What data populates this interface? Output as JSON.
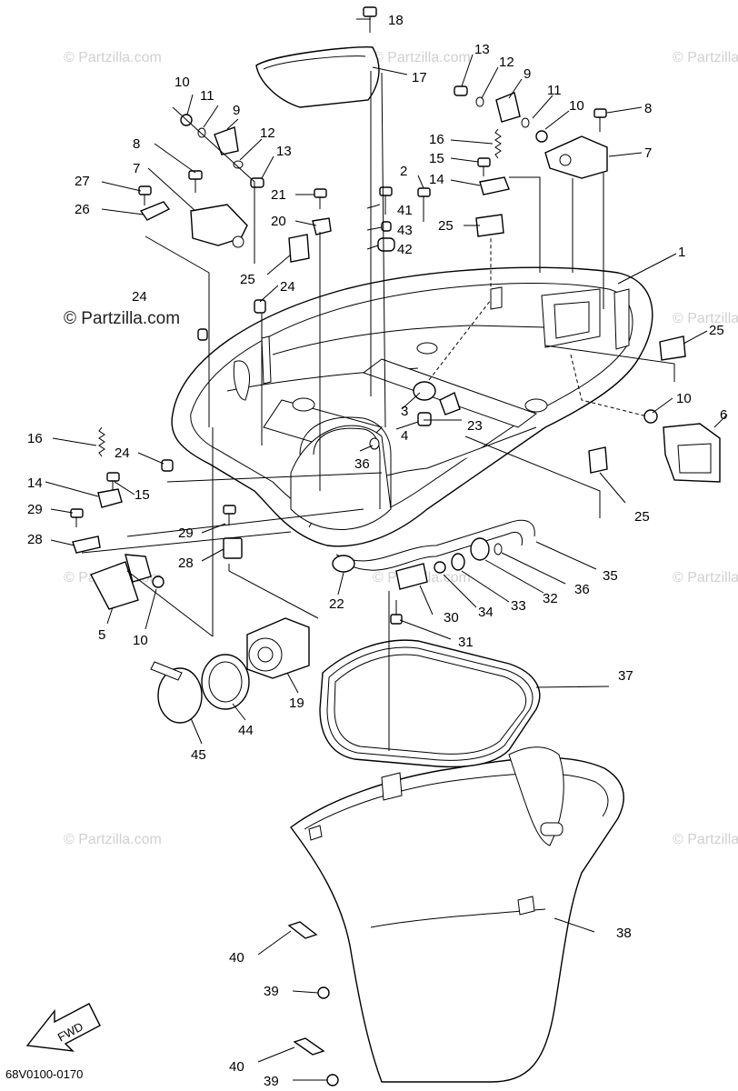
{
  "watermarks": [
    "© Partzilla.com"
  ],
  "watermark_strong": "© Partzilla.com",
  "diagram_code": "68V0100-0170",
  "fwd_label": "FWD",
  "callouts": [
    "1",
    "2",
    "3",
    "4",
    "5",
    "6",
    "7",
    "8",
    "9",
    "10",
    "11",
    "12",
    "13",
    "14",
    "15",
    "16",
    "17",
    "18",
    "19",
    "20",
    "21",
    "22",
    "23",
    "24",
    "25",
    "26",
    "27",
    "28",
    "29",
    "30",
    "31",
    "32",
    "33",
    "34",
    "35",
    "36",
    "37",
    "38",
    "39",
    "40",
    "41",
    "42",
    "43",
    "44",
    "45"
  ]
}
